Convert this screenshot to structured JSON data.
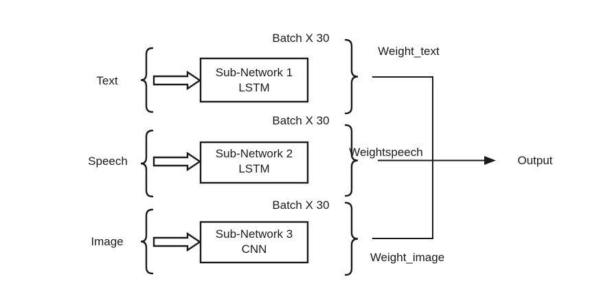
{
  "diagram": {
    "rows": [
      {
        "input_label": "Text",
        "batch_label": "Batch X 30",
        "network_name": "Sub-Network 1",
        "network_type": "LSTM",
        "weight_label": "Weight_text"
      },
      {
        "input_label": "Speech",
        "batch_label": "Batch X 30",
        "network_name": "Sub-Network 2",
        "network_type": "LSTM",
        "weight_label": "Weightspeech"
      },
      {
        "input_label": "Image",
        "batch_label": "Batch X 30",
        "network_name": "Sub-Network 3",
        "network_type": "CNN",
        "weight_label": "Weight_image"
      }
    ],
    "output_label": "Output",
    "colors": {
      "line": "#1a1a1a",
      "background": "#ffffff",
      "shape_fill": "#ffffff"
    }
  }
}
